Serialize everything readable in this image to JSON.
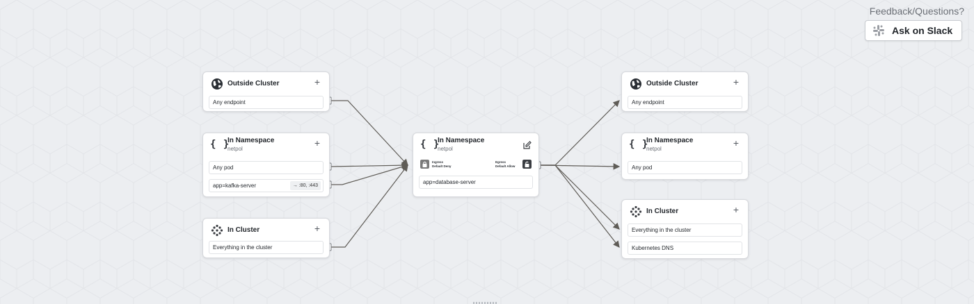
{
  "header": {
    "feedback_label": "Feedback/Questions?",
    "slack_button_label": "Ask on Slack",
    "slack_icon": "slack-icon"
  },
  "ingress": {
    "outside_cluster": {
      "icon": "globe-icon",
      "title": "Outside Cluster",
      "rows": [
        "Any endpoint"
      ]
    },
    "in_namespace": {
      "icon": "braces-icon",
      "title": "In Namespace",
      "subtitle": "netpol",
      "rows": [
        "Any pod",
        "app=kafka-server"
      ],
      "ports": "→ :80, :443"
    },
    "in_cluster": {
      "icon": "cluster-icon",
      "title": "In Cluster",
      "rows": [
        "Everything in the cluster"
      ]
    }
  },
  "center": {
    "icon": "braces-icon",
    "title": "In Namespace",
    "subtitle": "netpol",
    "ingress_label": "Ingress",
    "ingress_default": "Default Deny",
    "egress_label": "Egress",
    "egress_default": "Default Allow",
    "selector": "app=database-server"
  },
  "egress": {
    "outside_cluster": {
      "icon": "globe-icon",
      "title": "Outside Cluster",
      "rows": [
        "Any endpoint"
      ]
    },
    "in_namespace": {
      "icon": "braces-icon",
      "title": "In Namespace",
      "subtitle": "netpol",
      "rows": [
        "Any pod"
      ]
    },
    "in_cluster": {
      "icon": "cluster-icon",
      "title": "In Cluster",
      "rows": [
        "Everything in the cluster",
        "Kubernetes DNS"
      ]
    }
  },
  "colors": {
    "background": "#eceef1",
    "edge": "#5f5c57",
    "locked": "#7a7a7a",
    "unlocked": "#3a3d42"
  }
}
